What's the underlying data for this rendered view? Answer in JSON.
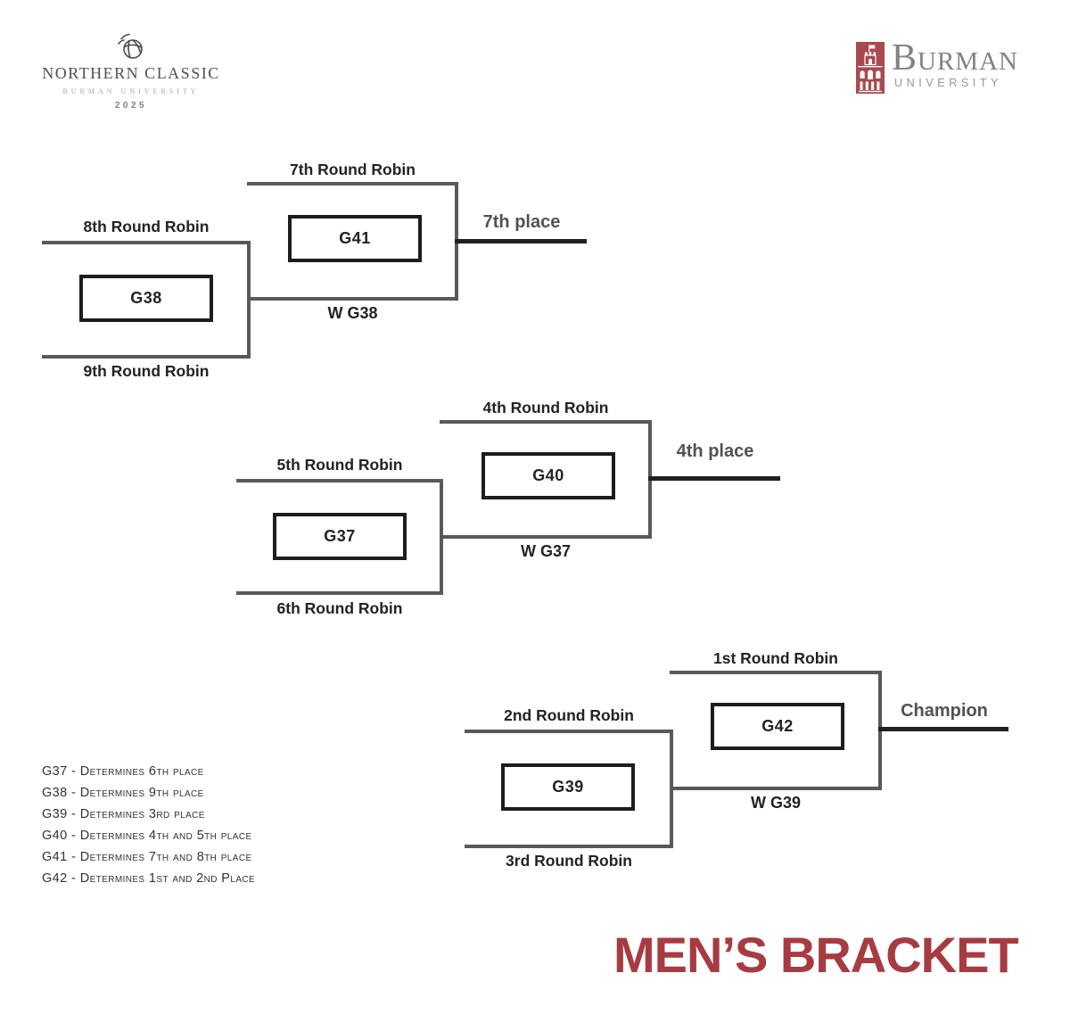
{
  "header": {
    "event_logo": {
      "icon": "volleyball-icon",
      "title": "NORTHERN CLASSIC",
      "subtitle": "BURMAN UNIVERSITY",
      "year": "2025"
    },
    "university_logo": {
      "icon": "burman-crest-icon",
      "name": "Burman",
      "subname": "UNIVERSITY"
    }
  },
  "title": "MEN’S BRACKET",
  "brackets": [
    {
      "name": "7th place bracket",
      "feeder_game": {
        "label": "G38",
        "top_seed": "8th Round Robin",
        "bottom_seed": "9th Round Robin"
      },
      "final_game": {
        "label": "G41",
        "top_seed": "7th Round Robin",
        "winner_seed": "W G38"
      },
      "result_label": "7th place"
    },
    {
      "name": "4th place bracket",
      "feeder_game": {
        "label": "G37",
        "top_seed": "5th Round Robin",
        "bottom_seed": "6th Round Robin"
      },
      "final_game": {
        "label": "G40",
        "top_seed": "4th Round Robin",
        "winner_seed": "W G37"
      },
      "result_label": "4th place"
    },
    {
      "name": "championship bracket",
      "feeder_game": {
        "label": "G39",
        "top_seed": "2nd Round Robin",
        "bottom_seed": "3rd Round Robin"
      },
      "final_game": {
        "label": "G42",
        "top_seed": "1st Round Robin",
        "winner_seed": "W G39"
      },
      "result_label": "Champion"
    }
  ],
  "legend": [
    "G37 - Determines 6th place",
    "G38 - Determines 9th place",
    "G39 - Determines 3rd place",
    "G40 - Determines 4th and 5th place",
    "G41 - Determines 7th and 8th place",
    "G42 - Determines 1st and 2nd Place"
  ],
  "colors": {
    "bracket_line_gray": "#58595B",
    "winner_line_black": "#221F20",
    "label_dark": "#242224",
    "place_label_gray": "#515254",
    "title_red": "#A73B42",
    "crest_red": "#A84A4F"
  }
}
